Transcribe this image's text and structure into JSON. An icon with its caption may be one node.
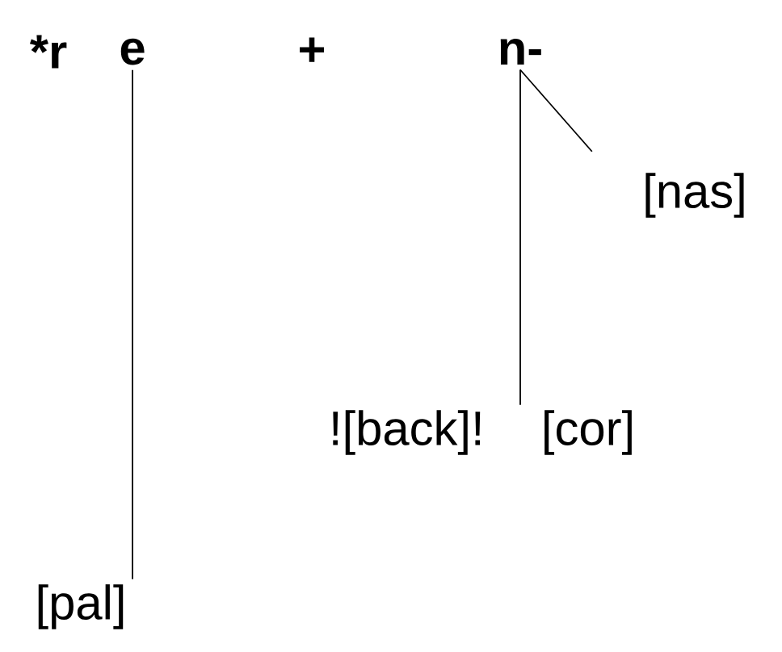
{
  "diagram": {
    "nodes": [
      {
        "text": [
          "e"
        ]
      },
      {
        "text": [
          "n-"
        ]
      },
      {
        "text": [
          "[nas]"
        ]
      },
      {
        "text": [
          "[cor]"
        ]
      },
      {
        "text": [
          "[pal]"
        ]
      }
    ],
    "edges": [
      {
        "from": 0,
        "to": 4,
        "arrow": "none"
      },
      {
        "from": 1,
        "to": 3,
        "arrow": "none"
      },
      {
        "from": 1,
        "to": 2,
        "arrow": "none"
      }
    ],
    "labels": [
      "*r",
      "+",
      "![back]!"
    ]
  }
}
